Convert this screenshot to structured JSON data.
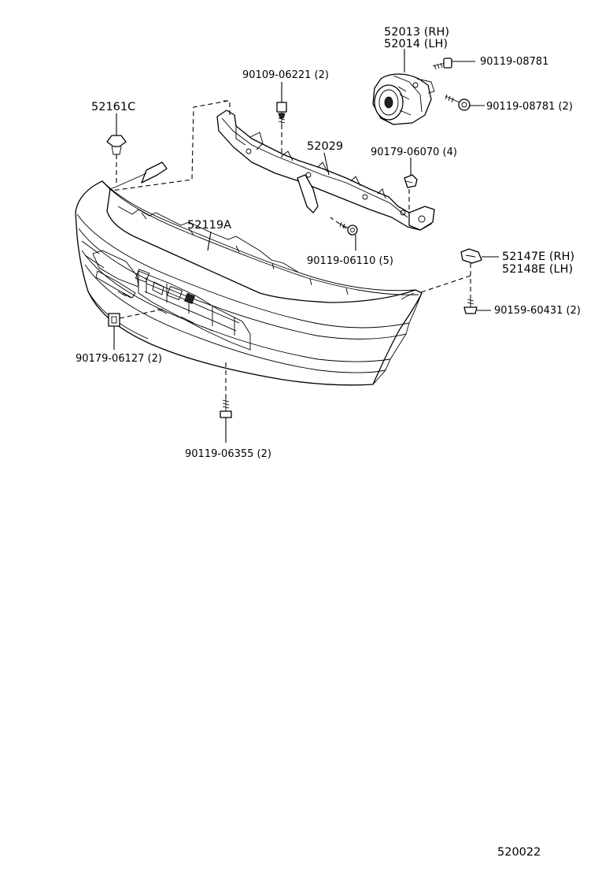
{
  "labels": {
    "lamp_rh": "52013 (RH)",
    "lamp_lh": "52014 (LH)",
    "screw_lamp_upper": "90119-08781",
    "screw_lamp_lower": "90119-08781 (2)",
    "bolt_upper": "90109-06221 (2)",
    "retainer_left": "52161C",
    "reinforcement": "52029",
    "clip_right_upper": "90179-06070 (4)",
    "bumper_cover": "52119A",
    "bolt_reinforcement": "90119-06110 (5)",
    "retainer_rh": "52147E (RH)",
    "retainer_lh": "52148E (LH)",
    "screw_retainer": "90159-60431 (2)",
    "nut_lower_left": "90179-06127 (2)",
    "bolt_lower": "90119-06355 (2)",
    "figure_number": "520022"
  }
}
